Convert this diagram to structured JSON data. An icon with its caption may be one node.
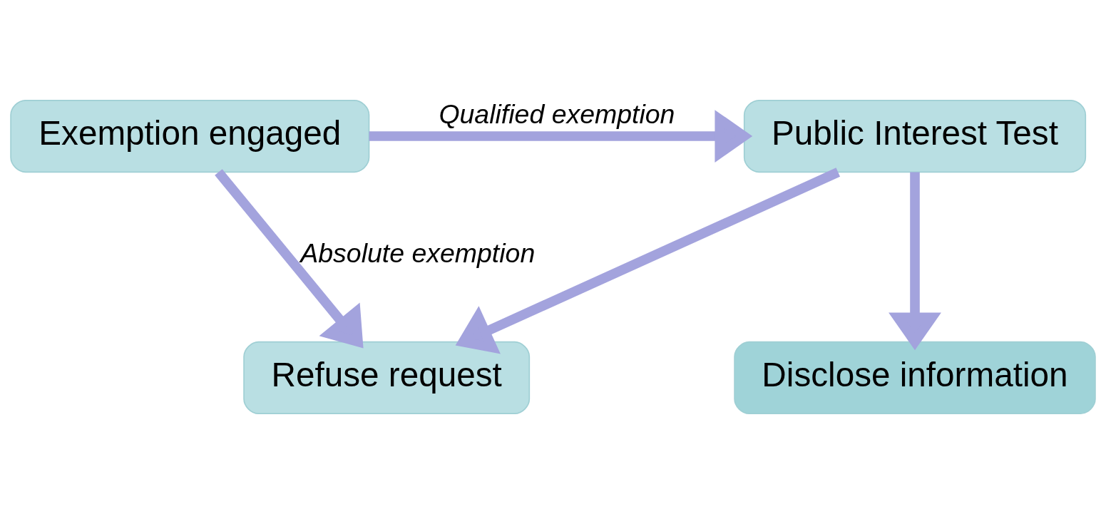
{
  "diagram": {
    "nodes": [
      {
        "text": [
          "Exemption engaged"
        ]
      },
      {
        "text": [
          "Public Interest Test"
        ]
      },
      {
        "text": [
          "Refuse request"
        ]
      },
      {
        "text": [
          "Disclose information"
        ]
      }
    ],
    "edges": [
      {
        "from": 0,
        "to": 1,
        "arrow": "to",
        "label": "Qualified exemption"
      },
      {
        "from": 0,
        "to": 2,
        "arrow": "to",
        "label": "Absolute exemption"
      },
      {
        "from": 1,
        "to": 2,
        "arrow": "to"
      },
      {
        "from": 1,
        "to": 3,
        "arrow": "to"
      }
    ]
  }
}
